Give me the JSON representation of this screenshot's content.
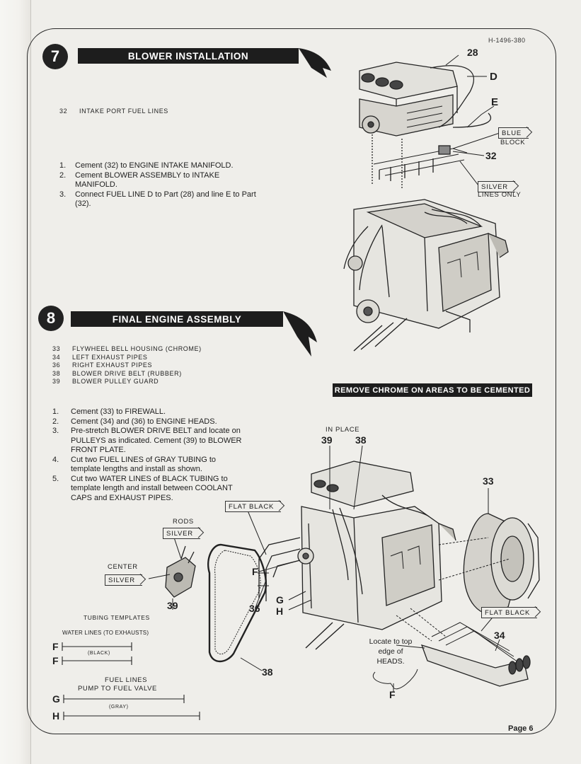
{
  "header": {
    "code": "H-1496-380"
  },
  "footer": {
    "page": "Page 6"
  },
  "step7": {
    "number": "7",
    "title": "BLOWER INSTALLATION",
    "parts": [
      {
        "num": "32",
        "name": "INTAKE PORT FUEL LINES"
      }
    ],
    "instructions": [
      {
        "n": "1.",
        "text": "Cement (32) to ENGINE INTAKE MANIFOLD."
      },
      {
        "n": "2.",
        "text": "Cement BLOWER ASSEMBLY to INTAKE MANIFOLD."
      },
      {
        "n": "3.",
        "text": "Connect FUEL LINE D to Part (28) and line E to Part (32)."
      }
    ],
    "callouts": {
      "c28": "28",
      "d": "D",
      "e": "E",
      "c32": "32"
    },
    "tags": {
      "blue": "BLUE",
      "block": "BLOCK",
      "silver": "SILVER",
      "lines_only": "LINES ONLY"
    }
  },
  "step8": {
    "number": "8",
    "title": "FINAL ENGINE ASSEMBLY",
    "parts": [
      {
        "num": "33",
        "name": "FLYWHEEL BELL HOUSING (CHROME)"
      },
      {
        "num": "34",
        "name": "LEFT EXHAUST PIPES"
      },
      {
        "num": "36",
        "name": "RIGHT EXHAUST PIPES"
      },
      {
        "num": "38",
        "name": "BLOWER DRIVE BELT (RUBBER)"
      },
      {
        "num": "39",
        "name": "BLOWER PULLEY GUARD"
      }
    ],
    "instructions": [
      {
        "n": "1.",
        "text": "Cement (33) to FIREWALL."
      },
      {
        "n": "2.",
        "text": "Cement (34) and (36) to ENGINE HEADS."
      },
      {
        "n": "3.",
        "text": "Pre-stretch BLOWER DRIVE BELT and locate on PULLEYS as indicated. Cement (39) to BLOWER FRONT PLATE."
      },
      {
        "n": "4.",
        "text": "Cut two FUEL LINES of GRAY TUBING to template lengths and install as shown."
      },
      {
        "n": "5.",
        "text": "Cut two WATER LINES of BLACK TUBING to template length and install between COOLANT CAPS and EXHAUST PIPES."
      }
    ],
    "remove_note": "REMOVE CHROME ON AREAS TO BE CEMENTED",
    "in_place": "IN PLACE",
    "callouts": {
      "c39a": "39",
      "c38a": "38",
      "c33": "33",
      "f1": "F",
      "f2": "F",
      "g": "G",
      "h": "H",
      "c36": "36",
      "c39b": "39",
      "c38b": "38",
      "c34": "34"
    },
    "tags": {
      "flat_black_1": "FLAT BLACK",
      "flat_black_2": "FLAT BLACK",
      "silver_rods": "SILVER",
      "silver_center": "SILVER"
    },
    "labels": {
      "rods": "RODS",
      "center": "CENTER",
      "locate": "Locate to top edge of HEADS."
    },
    "templates": {
      "title": "TUBING TEMPLATES",
      "water_title": "WATER LINES (TO EXHAUSTS)",
      "water_note": "(BLACK)",
      "f1": "F",
      "f2": "F",
      "fuel_title_1": "FUEL LINES",
      "fuel_title_2": "PUMP TO FUEL VALVE",
      "fuel_note": "(GRAY)",
      "g": "G",
      "h": "H"
    }
  },
  "colors": {
    "banner": "#1d1d1d",
    "paper": "#efeeea",
    "ink": "#1b1b1b"
  }
}
